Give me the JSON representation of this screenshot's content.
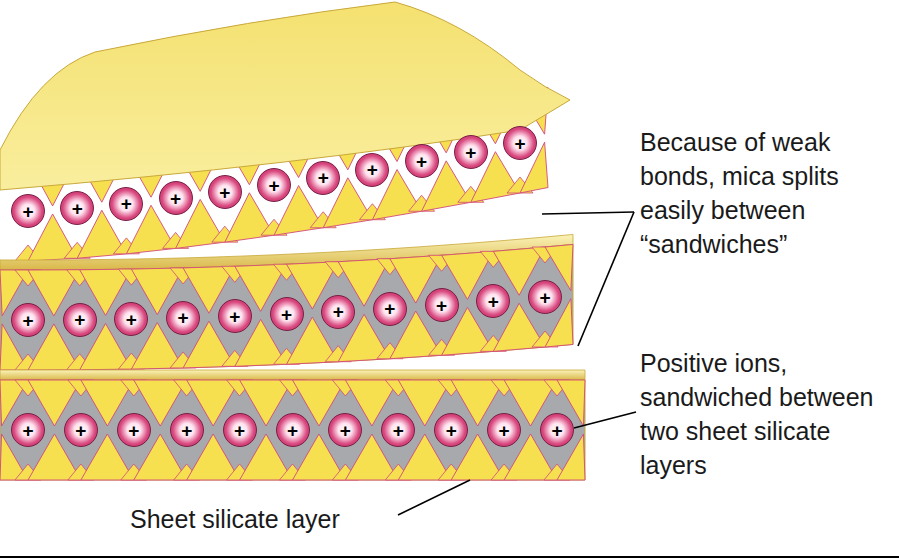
{
  "diagram": {
    "nodes": [
      {
        "text": [
          "+"
        ]
      },
      {
        "text": [
          "+"
        ]
      },
      {
        "text": [
          "+"
        ]
      },
      {
        "text": [
          "+"
        ]
      },
      {
        "text": [
          "+"
        ]
      },
      {
        "text": [
          "+"
        ]
      },
      {
        "text": [
          "+"
        ]
      },
      {
        "text": [
          "+"
        ]
      },
      {
        "text": [
          "+"
        ]
      },
      {
        "text": [
          "+"
        ]
      },
      {
        "text": [
          "+"
        ]
      },
      {
        "text": [
          "+"
        ]
      },
      {
        "text": [
          "+"
        ]
      },
      {
        "text": [
          "+"
        ]
      },
      {
        "text": [
          "+"
        ]
      },
      {
        "text": [
          "+"
        ]
      },
      {
        "text": [
          "+"
        ]
      },
      {
        "text": [
          "+"
        ]
      },
      {
        "text": [
          "+"
        ]
      },
      {
        "text": [
          "+"
        ]
      },
      {
        "text": [
          "+"
        ]
      },
      {
        "text": [
          "+"
        ]
      },
      {
        "text": [
          "+"
        ]
      },
      {
        "text": [
          "+"
        ]
      },
      {
        "text": [
          "+"
        ]
      },
      {
        "text": [
          "+"
        ]
      },
      {
        "text": [
          "+"
        ]
      },
      {
        "text": [
          "+"
        ]
      },
      {
        "text": [
          "+"
        ]
      },
      {
        "text": [
          "+"
        ]
      },
      {
        "text": [
          "+"
        ]
      },
      {
        "text": [
          "+"
        ]
      },
      {
        "text": [
          "+"
        ]
      }
    ],
    "labels": [
      "Because of weak bonds, mica splits easily between “sandwiches”",
      "Positive ions, sandwiched between two sheet silicate layers",
      "Sheet silicate layer"
    ]
  }
}
